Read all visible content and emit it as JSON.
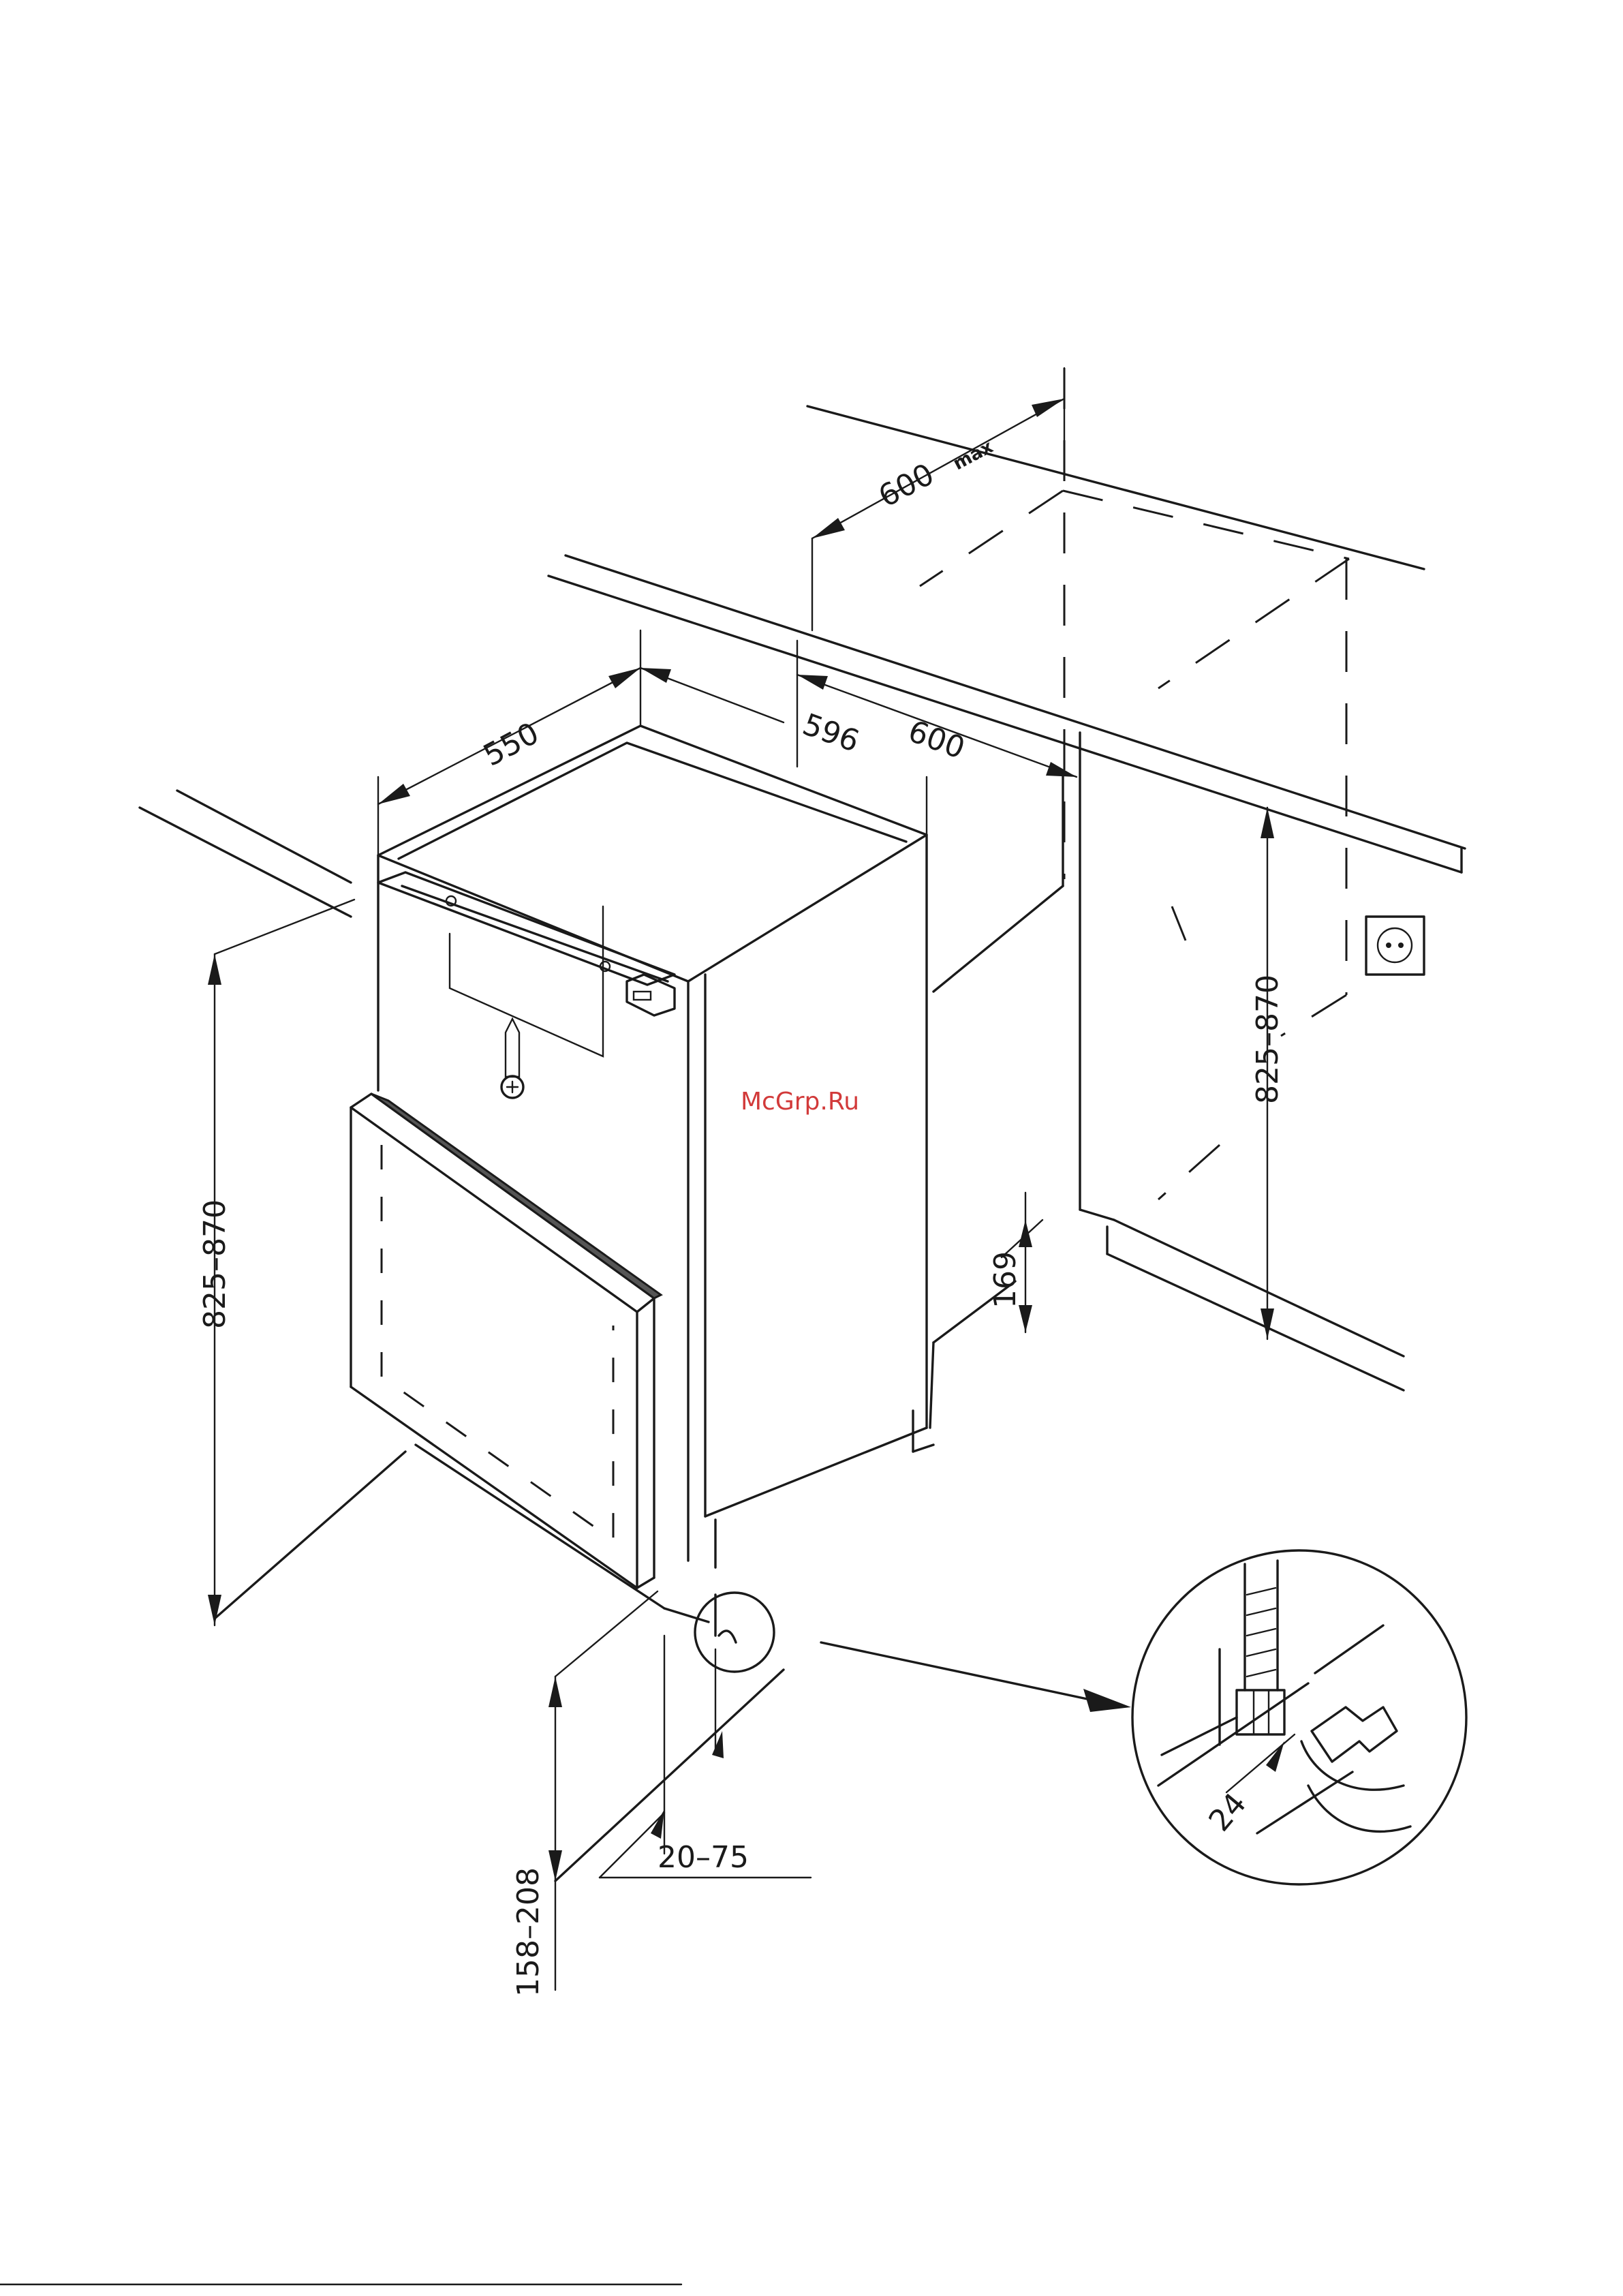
{
  "watermark": "McGrp.Ru",
  "dimensions": {
    "depth_max": "600",
    "depth_max_suffix": "max",
    "width_550": "550",
    "width_596": "596",
    "width_600": "600",
    "height_left": "825–870",
    "height_right": "825–870",
    "toe_height": "169",
    "plinth_height": "158–208",
    "plinth_offset": "20–75",
    "wrench_size": "24"
  },
  "colors": {
    "line": "#1a1a1a",
    "watermark": "#d23a3a",
    "gasket": "#555555"
  },
  "icons": [
    "screw-icon",
    "power-socket-icon",
    "wrench-icon",
    "adjustable-foot-icon"
  ]
}
